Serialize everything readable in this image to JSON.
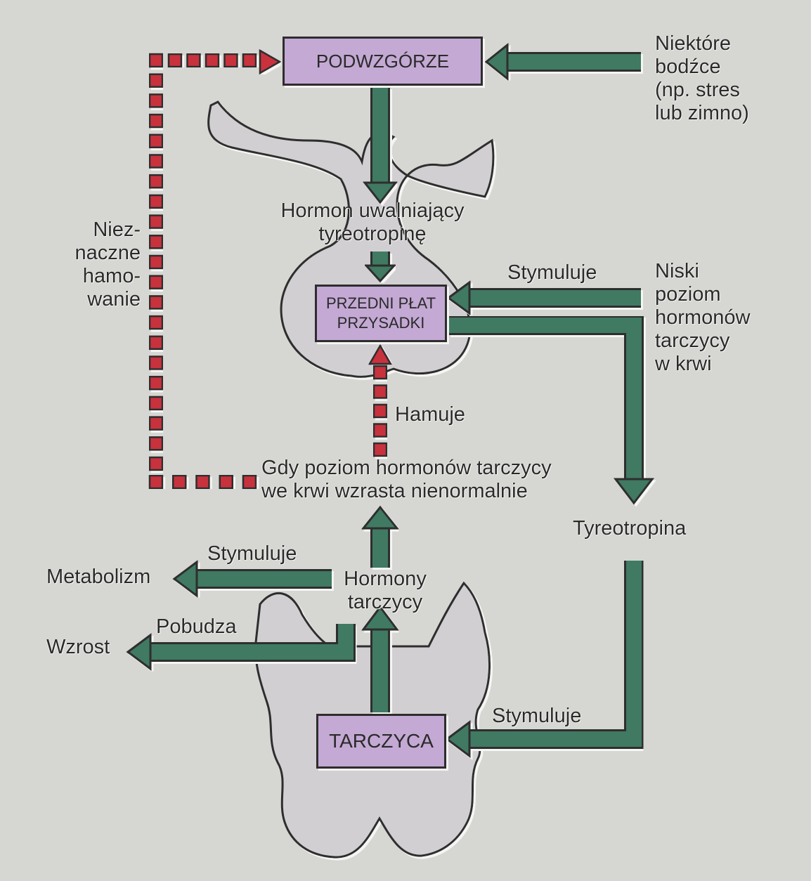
{
  "colors": {
    "background": "#d6d6d3",
    "stimulate_arrow": "#3f7a63",
    "inhibit_arrow": "#c8303d",
    "organ_fill": "#d2cfd3",
    "box_fill": "#c4a9d4"
  },
  "boxes": {
    "hypothalamus": "PODWZGÓRZE",
    "anterior_pituitary": "PRZEDNI PŁAT\nPRZYSADKI",
    "thyroid": "TARCZYCA"
  },
  "labels": {
    "stimuli": "Niektóre\nbodźce\n(np. stres\nlub zimno)",
    "trh": "Hormon uwalniający\ntyreotropinę",
    "stimulates_pituitary": "Stymuluje",
    "low_thyroid": "Niski\npoziom\nhormonów\ntarczycy\nw krwi",
    "slight_inhibition": "Niez-\nnaczne\nhamo-\nwanie",
    "inhibits": "Hamuje",
    "high_thyroid": "Gdy poziom hormonów tarczycy\nwe krwi wzrasta nienormalnie",
    "tsh": "Tyreotropina",
    "stimulates_metabolism": "Stymuluje",
    "metabolism": "Metabolizm",
    "thyroid_hormones": "Hormony\ntarczycy",
    "promotes": "Pobudza",
    "growth": "Wzrost",
    "stimulates_thyroid": "Stymuluje"
  }
}
